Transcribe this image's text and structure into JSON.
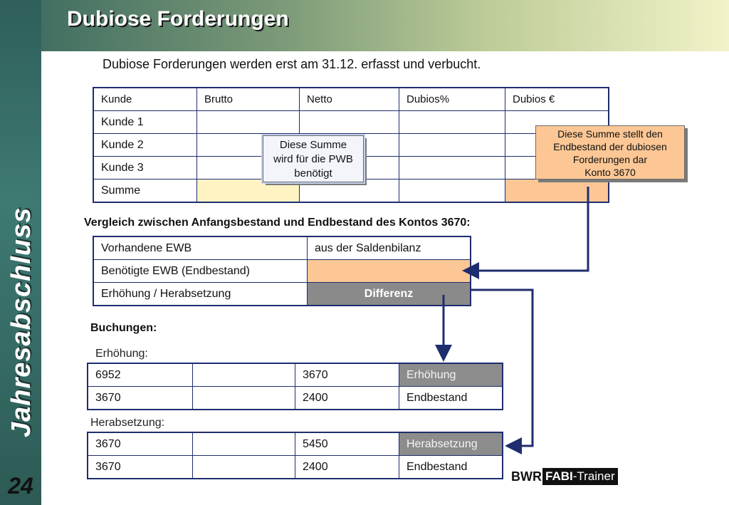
{
  "sidebar": {
    "vertical_title": "Jahresabschluss",
    "page_number": "24"
  },
  "header": {
    "title": "Dubiose Forderungen"
  },
  "intro_text": "Dubiose Forderungen werden erst am 31.12. erfasst und verbucht.",
  "table1": {
    "headers": [
      "Kunde",
      "Brutto",
      "Netto",
      "Dubios%",
      "Dubios €"
    ],
    "rows": [
      "Kunde 1",
      "Kunde 2",
      "Kunde 3",
      "Summe"
    ]
  },
  "callout_pwb": {
    "line1": "Diese Summe",
    "line2": "wird für die PWB",
    "line3": "benötigt"
  },
  "callout_end": {
    "line1": "Diese Summe stellt den",
    "line2": "Endbestand der dubiosen",
    "line3": "Forderungen dar",
    "line4": "Konto 3670"
  },
  "comparison": {
    "title": "Vergleich zwischen Anfangsbestand und Endbestand des Kontos 3670:",
    "rows": [
      {
        "label": "Vorhandene EWB",
        "value": "aus der Saldenbilanz"
      },
      {
        "label": "Benötigte EWB (Endbestand)",
        "value": ""
      },
      {
        "label": "Erhöhung / Herabsetzung",
        "value": "Differenz"
      }
    ]
  },
  "bookings": {
    "title": "Buchungen:",
    "increase": {
      "label": "Erhöhung:",
      "rows": [
        [
          "6952",
          "",
          "3670",
          "Erhöhung"
        ],
        [
          "3670",
          "",
          "2400",
          "Endbestand"
        ]
      ]
    },
    "decrease": {
      "label": "Herabsetzung:",
      "rows": [
        [
          "3670",
          "",
          "5450",
          "Herabsetzung"
        ],
        [
          "3670",
          "",
          "2400",
          "Endbestand"
        ]
      ]
    }
  },
  "logo": {
    "part1": "BWR",
    "part2": "FABI",
    "part3": "-Trainer"
  },
  "colors": {
    "border": "#1f2d6e",
    "peach": "#fcc795",
    "yellow": "#fff3c4",
    "gray": "#8a8a8a"
  }
}
